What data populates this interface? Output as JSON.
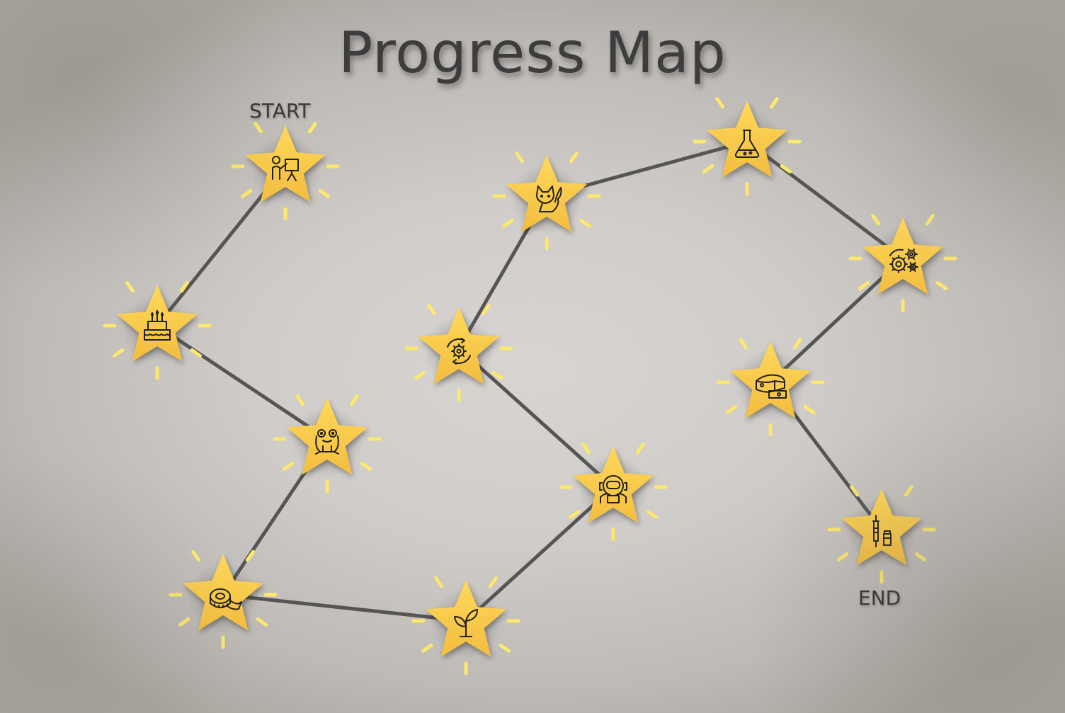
{
  "title": "Progress Map",
  "labels": {
    "start": "START",
    "end": "END"
  },
  "colors": {
    "star_fill": "#fdd04d",
    "star_fill_shade": "#f0b43c",
    "glow": "#fbe86d",
    "path": "#555555",
    "icon": "#1f1f1f",
    "title_text": "#3d3d3d"
  },
  "nodes": [
    {
      "id": "presenter",
      "icon": "presenter-easel-icon"
    },
    {
      "id": "cake",
      "icon": "birthday-cake-icon"
    },
    {
      "id": "frog",
      "icon": "frog-icon"
    },
    {
      "id": "tape",
      "icon": "measuring-tape-icon"
    },
    {
      "id": "sprout",
      "icon": "sprout-plant-icon"
    },
    {
      "id": "astronaut",
      "icon": "astronaut-icon"
    },
    {
      "id": "gear-cycle",
      "icon": "gear-cycle-icon"
    },
    {
      "id": "fox",
      "icon": "fox-icon"
    },
    {
      "id": "flask",
      "icon": "lab-flask-icon"
    },
    {
      "id": "gears",
      "icon": "gears-icon"
    },
    {
      "id": "cheese",
      "icon": "cheese-icon"
    },
    {
      "id": "vaccine",
      "icon": "syringe-vial-icon"
    }
  ]
}
